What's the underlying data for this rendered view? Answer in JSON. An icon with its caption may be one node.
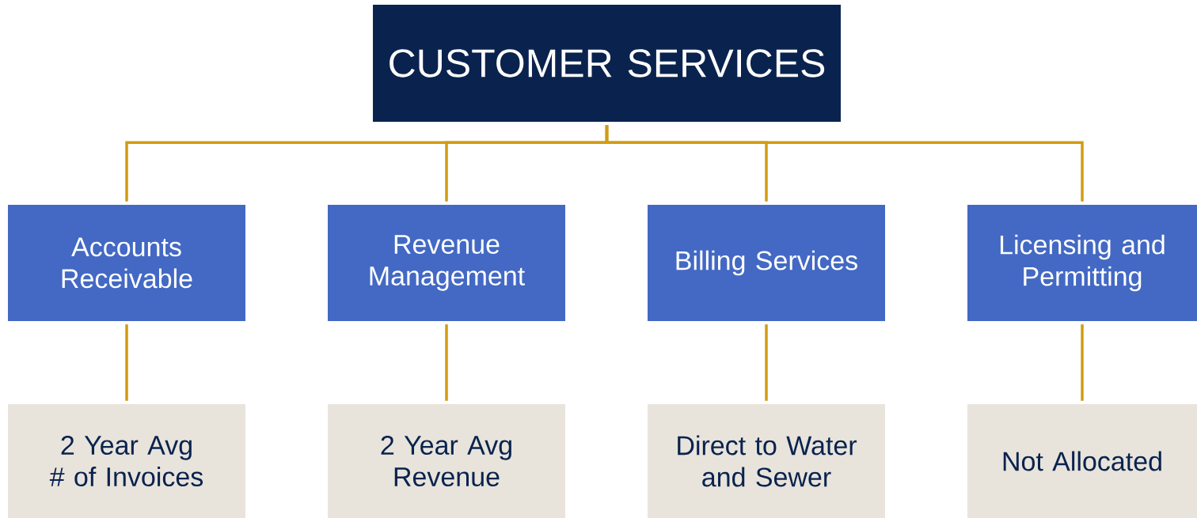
{
  "diagram": {
    "nodes": [
      {
        "text": [
          "CUSTOMER SERVICES"
        ]
      },
      {
        "text": [
          "Accounts Receivable"
        ]
      },
      {
        "text": [
          "Revenue Management"
        ]
      },
      {
        "text": [
          "Billing Services"
        ]
      },
      {
        "text": [
          "Licensing and Permitting"
        ]
      },
      {
        "text": [
          "2 Year Avg # of Invoices"
        ]
      },
      {
        "text": [
          "2 Year Avg Revenue"
        ]
      },
      {
        "text": [
          "Direct to Water and Sewer"
        ]
      },
      {
        "text": [
          "Not Allocated"
        ]
      }
    ],
    "edges": [
      {
        "from": 0,
        "to": 1,
        "arrow": "none"
      },
      {
        "from": 0,
        "to": 2,
        "arrow": "none"
      },
      {
        "from": 0,
        "to": 3,
        "arrow": "none"
      },
      {
        "from": 0,
        "to": 4,
        "arrow": "none"
      },
      {
        "from": 1,
        "to": 5,
        "arrow": "none"
      },
      {
        "from": 2,
        "to": 6,
        "arrow": "none"
      },
      {
        "from": 3,
        "to": 7,
        "arrow": "none"
      },
      {
        "from": 4,
        "to": 8,
        "arrow": "none"
      }
    ]
  }
}
